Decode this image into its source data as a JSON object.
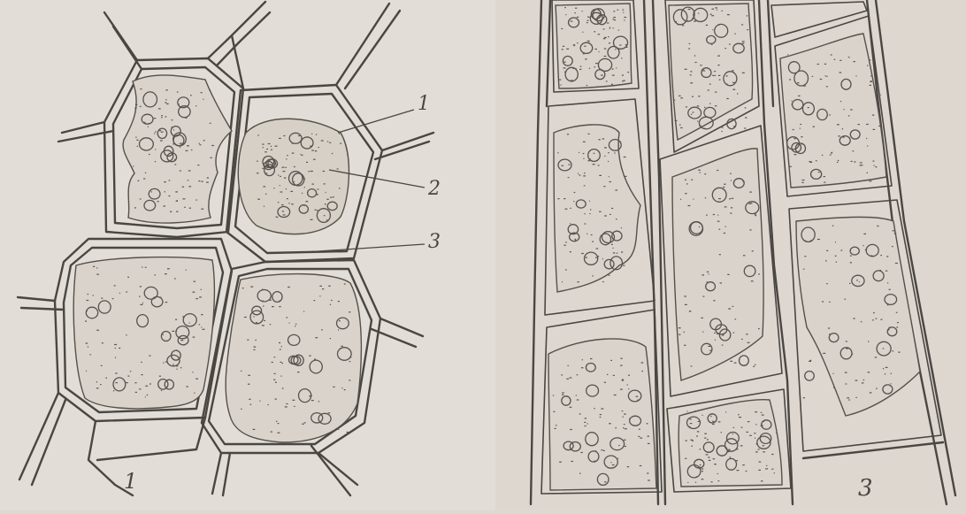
{
  "figure": {
    "callouts": [
      {
        "id": "1",
        "label": "1"
      },
      {
        "id": "2",
        "label": "2"
      },
      {
        "id": "3",
        "label": "3"
      }
    ],
    "panel_left_number": "1",
    "panel_right_number": "3"
  },
  "colors": {
    "paper": "#e2ddd6",
    "ink": "#4a4642"
  }
}
